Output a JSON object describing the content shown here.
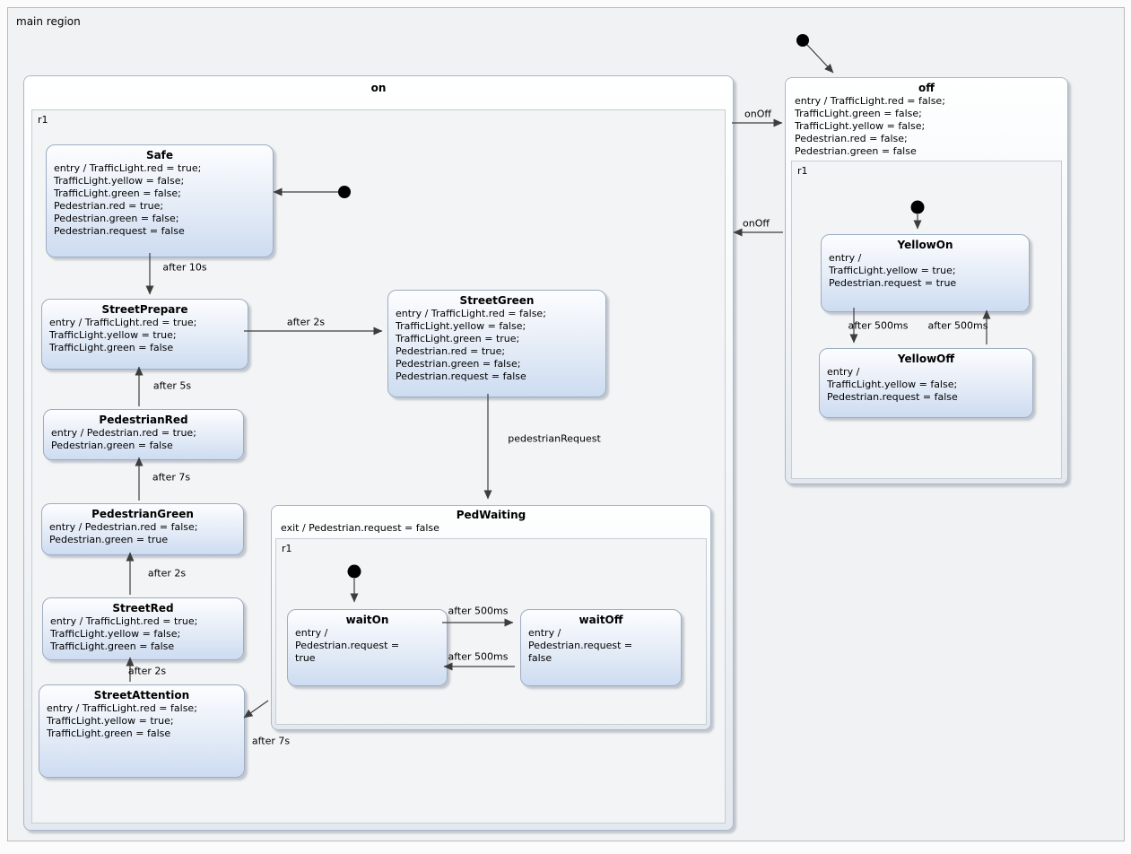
{
  "diagram": {
    "main_region_label": "main region",
    "colors": {
      "canvas_background": "#f1f2f3",
      "state_fill_top": "#fcfdff",
      "state_fill_bottom": "#cddcf1",
      "state_border": "#9cadc2",
      "composite_border": "#a9b8cb",
      "transition_line": "#3d3d3d"
    },
    "on": {
      "title": "on",
      "region_label": "r1"
    },
    "off": {
      "title": "off",
      "region_label": "r1",
      "behavior": "entry / TrafficLight.red = false;\nTrafficLight.green = false;\nTrafficLight.yellow = false;\nPedestrian.red = false;\nPedestrian.green = false"
    },
    "ped_waiting": {
      "title": "PedWaiting",
      "region_label": "r1",
      "behavior": "exit / Pedestrian.request = false"
    },
    "states": {
      "safe": {
        "title": "Safe",
        "behavior": "entry / TrafficLight.red = true;\nTrafficLight.yellow = false;\nTrafficLight.green = false;\nPedestrian.red = true;\nPedestrian.green = false;\nPedestrian.request = false"
      },
      "street_prepare": {
        "title": "StreetPrepare",
        "behavior": "entry / TrafficLight.red = true;\nTrafficLight.yellow = true;\nTrafficLight.green = false"
      },
      "street_green": {
        "title": "StreetGreen",
        "behavior": "entry / TrafficLight.red = false;\nTrafficLight.yellow = false;\nTrafficLight.green = true;\nPedestrian.red = true;\nPedestrian.green = false;\nPedestrian.request = false"
      },
      "pedestrian_red": {
        "title": "PedestrianRed",
        "behavior": "entry / Pedestrian.red = true;\nPedestrian.green = false"
      },
      "pedestrian_green": {
        "title": "PedestrianGreen",
        "behavior": "entry / Pedestrian.red = false;\nPedestrian.green = true"
      },
      "street_red": {
        "title": "StreetRed",
        "behavior": "entry / TrafficLight.red = true;\nTrafficLight.yellow = false;\nTrafficLight.green = false"
      },
      "street_attention": {
        "title": "StreetAttention",
        "behavior": "entry / TrafficLight.red = false;\nTrafficLight.yellow = true;\nTrafficLight.green = false"
      },
      "wait_on": {
        "title": "waitOn",
        "behavior": "entry /\nPedestrian.request =\ntrue"
      },
      "wait_off": {
        "title": "waitOff",
        "behavior": "entry /\nPedestrian.request =\nfalse"
      },
      "yellow_on": {
        "title": "YellowOn",
        "behavior": "entry /\nTrafficLight.yellow = true;\nPedestrian.request = true"
      },
      "yellow_off": {
        "title": "YellowOff",
        "behavior": "entry /\nTrafficLight.yellow = false;\nPedestrian.request = false"
      }
    },
    "transitions": {
      "safe_to_streetprepare": "after 10s",
      "streetprepare_to_streetgreen": "after 2s",
      "pedestrianred_to_streetprepare": "after 5s",
      "pedestriangreen_to_pedestrianred": "after 7s",
      "streetred_to_pedestriangreen": "after 2s",
      "streetattention_to_streetred": "after 2s",
      "streetgreen_to_pedwaiting": "pedestrianRequest",
      "pedwaiting_to_streetattention": "after 7s",
      "waiton_to_waitoff": "after 500ms",
      "waitoff_to_waiton": "after 500ms",
      "yellowon_to_yellowoff": "after 500ms",
      "yellowoff_to_yellowon": "after 500ms",
      "on_to_off": "onOff",
      "off_to_on": "onOff"
    }
  }
}
